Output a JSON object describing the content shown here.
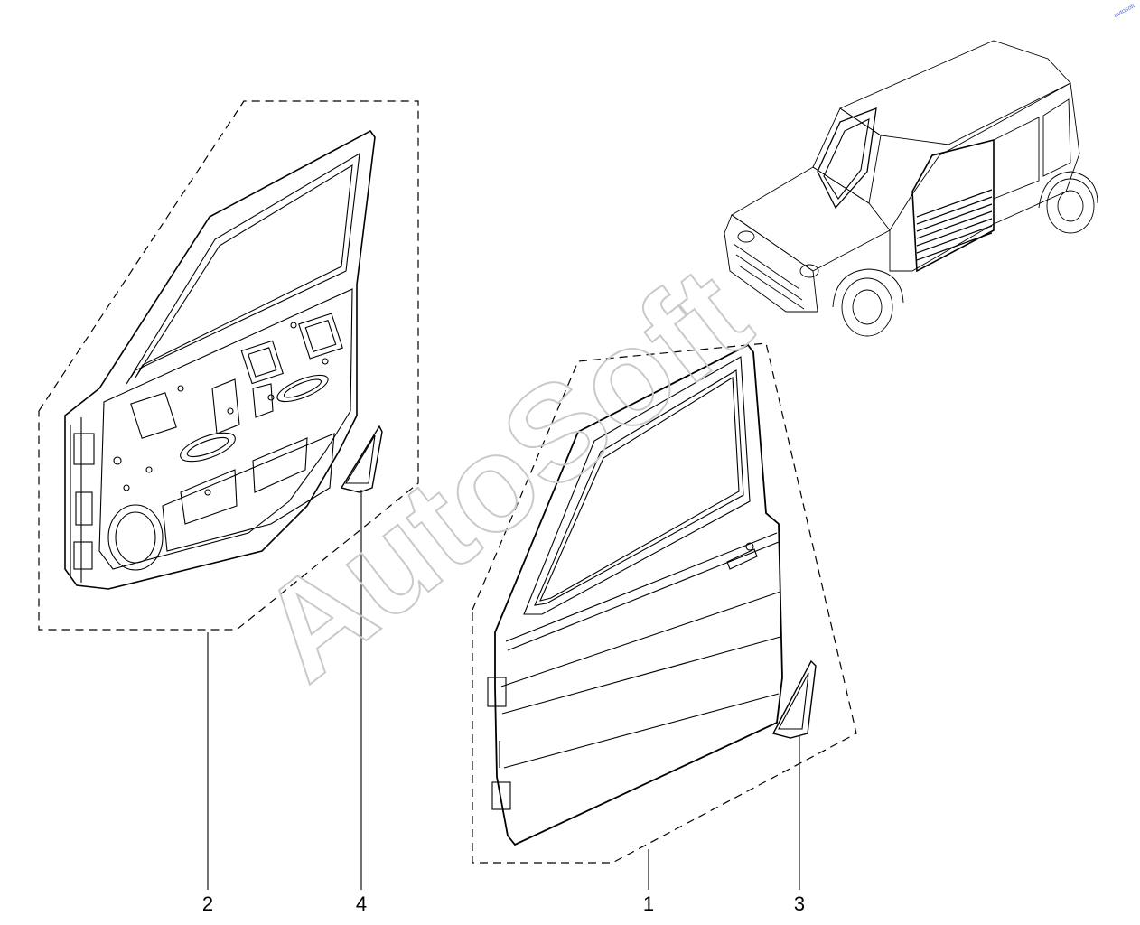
{
  "diagram": {
    "callouts": [
      {
        "id": "2",
        "label": "2"
      },
      {
        "id": "4",
        "label": "4"
      },
      {
        "id": "1",
        "label": "1"
      },
      {
        "id": "3",
        "label": "3"
      }
    ],
    "watermark": "AutoSoft",
    "corner_logo": "autosoft",
    "colors": {
      "line": "#000000",
      "watermark": "#c9c9c9",
      "background": "#ffffff"
    }
  }
}
